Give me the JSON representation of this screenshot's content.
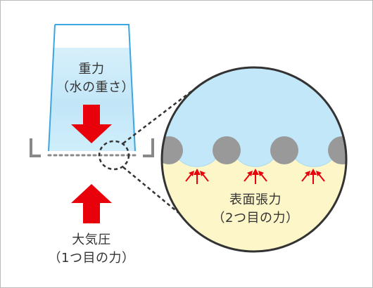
{
  "labels": {
    "gravity": "重力",
    "gravity_note": "（水の重さ）",
    "atmospheric_pressure": "大気圧",
    "atmospheric_pressure_note": "（1つ目の力）",
    "surface_tension": "表面張力",
    "surface_tension_note": "（2つ目の力）"
  },
  "colors": {
    "frame_border": "#bbbbbb",
    "water_top": "#ffffff",
    "water_blue": "#bfe5f7",
    "water_light": "#d8f1fc",
    "glass_outline": "#3aa6e3",
    "meniscus_blue": "#b7e3f6",
    "air_yellow": "#fdf6c9",
    "arrow_red": "#e8000b",
    "dark_line": "#333333",
    "bracket_gray": "#888888",
    "hole_gray": "#999999",
    "text": "#333333"
  }
}
